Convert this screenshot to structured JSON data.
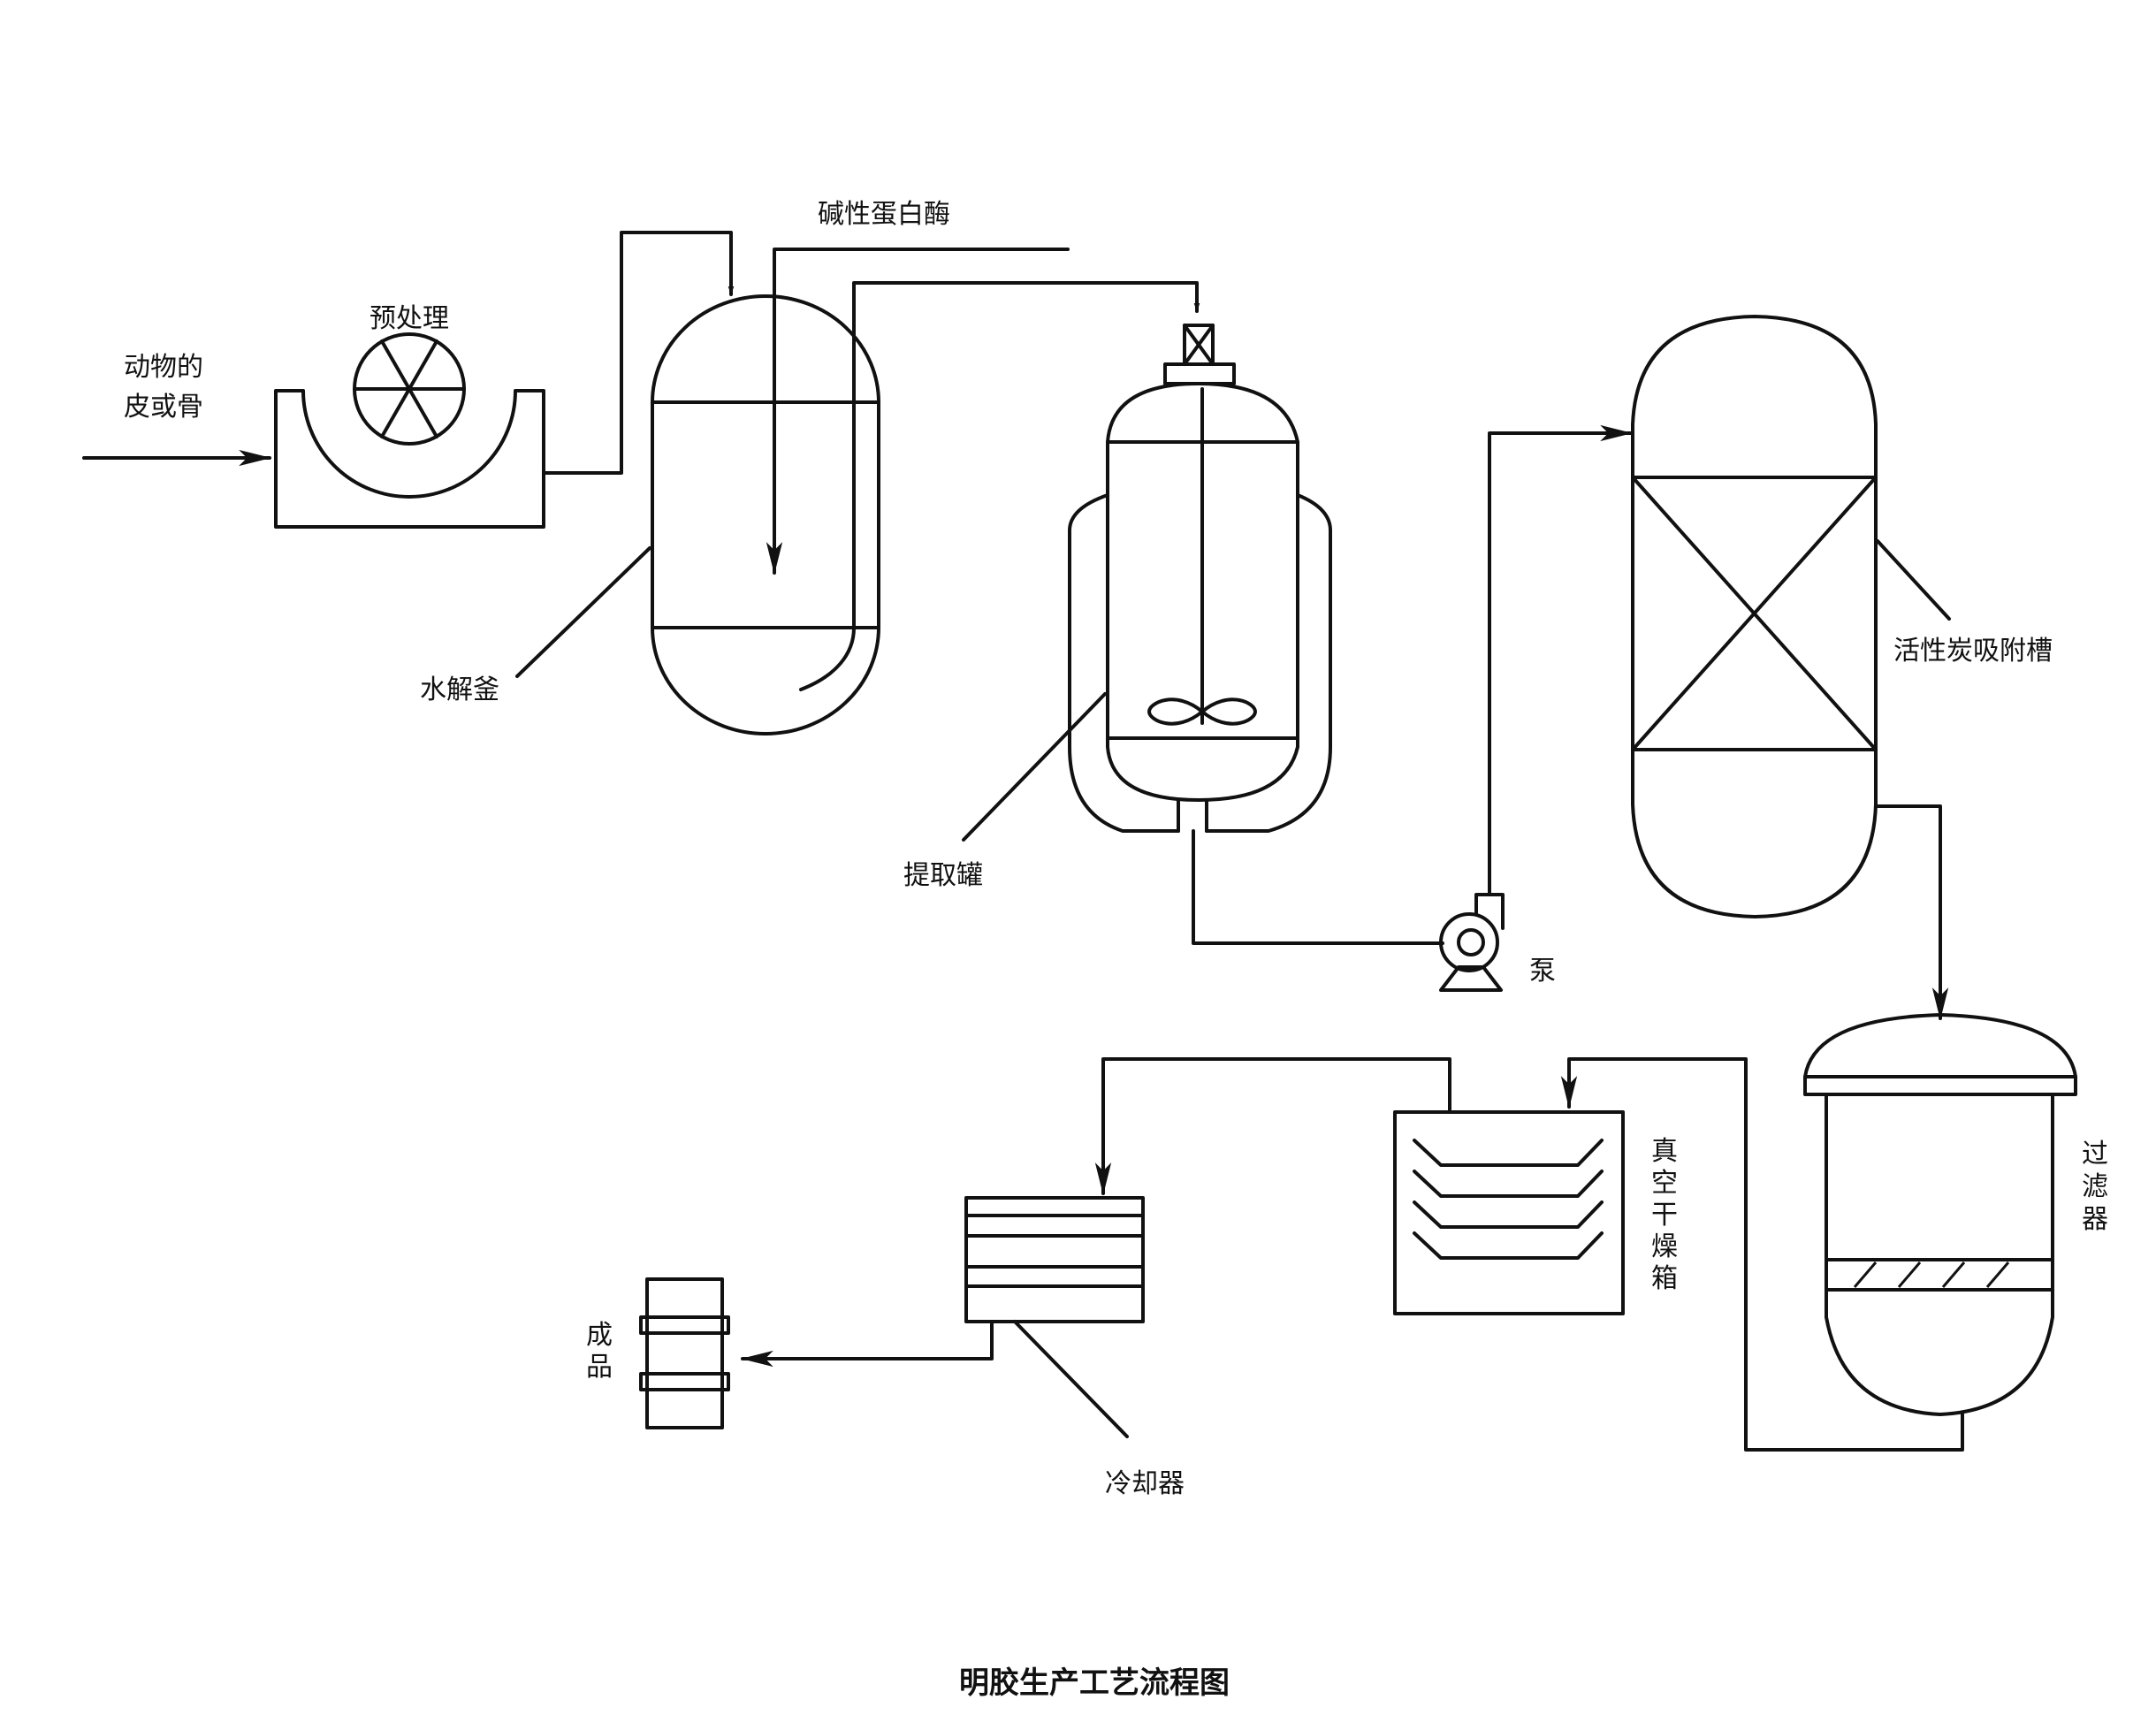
{
  "title": "明胶生产工艺流程图",
  "labels": {
    "raw_material_line1": "动物的",
    "raw_material_line2": "皮或骨",
    "pretreatment": "预处理",
    "enzyme": "碱性蛋白酶",
    "hydrolysis_kettle": "水解釜",
    "extraction_tank": "提取罐",
    "pump": "泵",
    "carbon_adsorption_tank": "活性炭吸附槽",
    "filter_c1": "过",
    "filter_c2": "滤",
    "filter_c3": "器",
    "dryer_c1": "真",
    "dryer_c2": "空",
    "dryer_c3": "干",
    "dryer_c4": "燥",
    "dryer_c5": "箱",
    "cooler": "冷却器",
    "product_c1": "成",
    "product_c2": "品"
  },
  "colors": {
    "line": "#111111",
    "background": "#ffffff"
  }
}
